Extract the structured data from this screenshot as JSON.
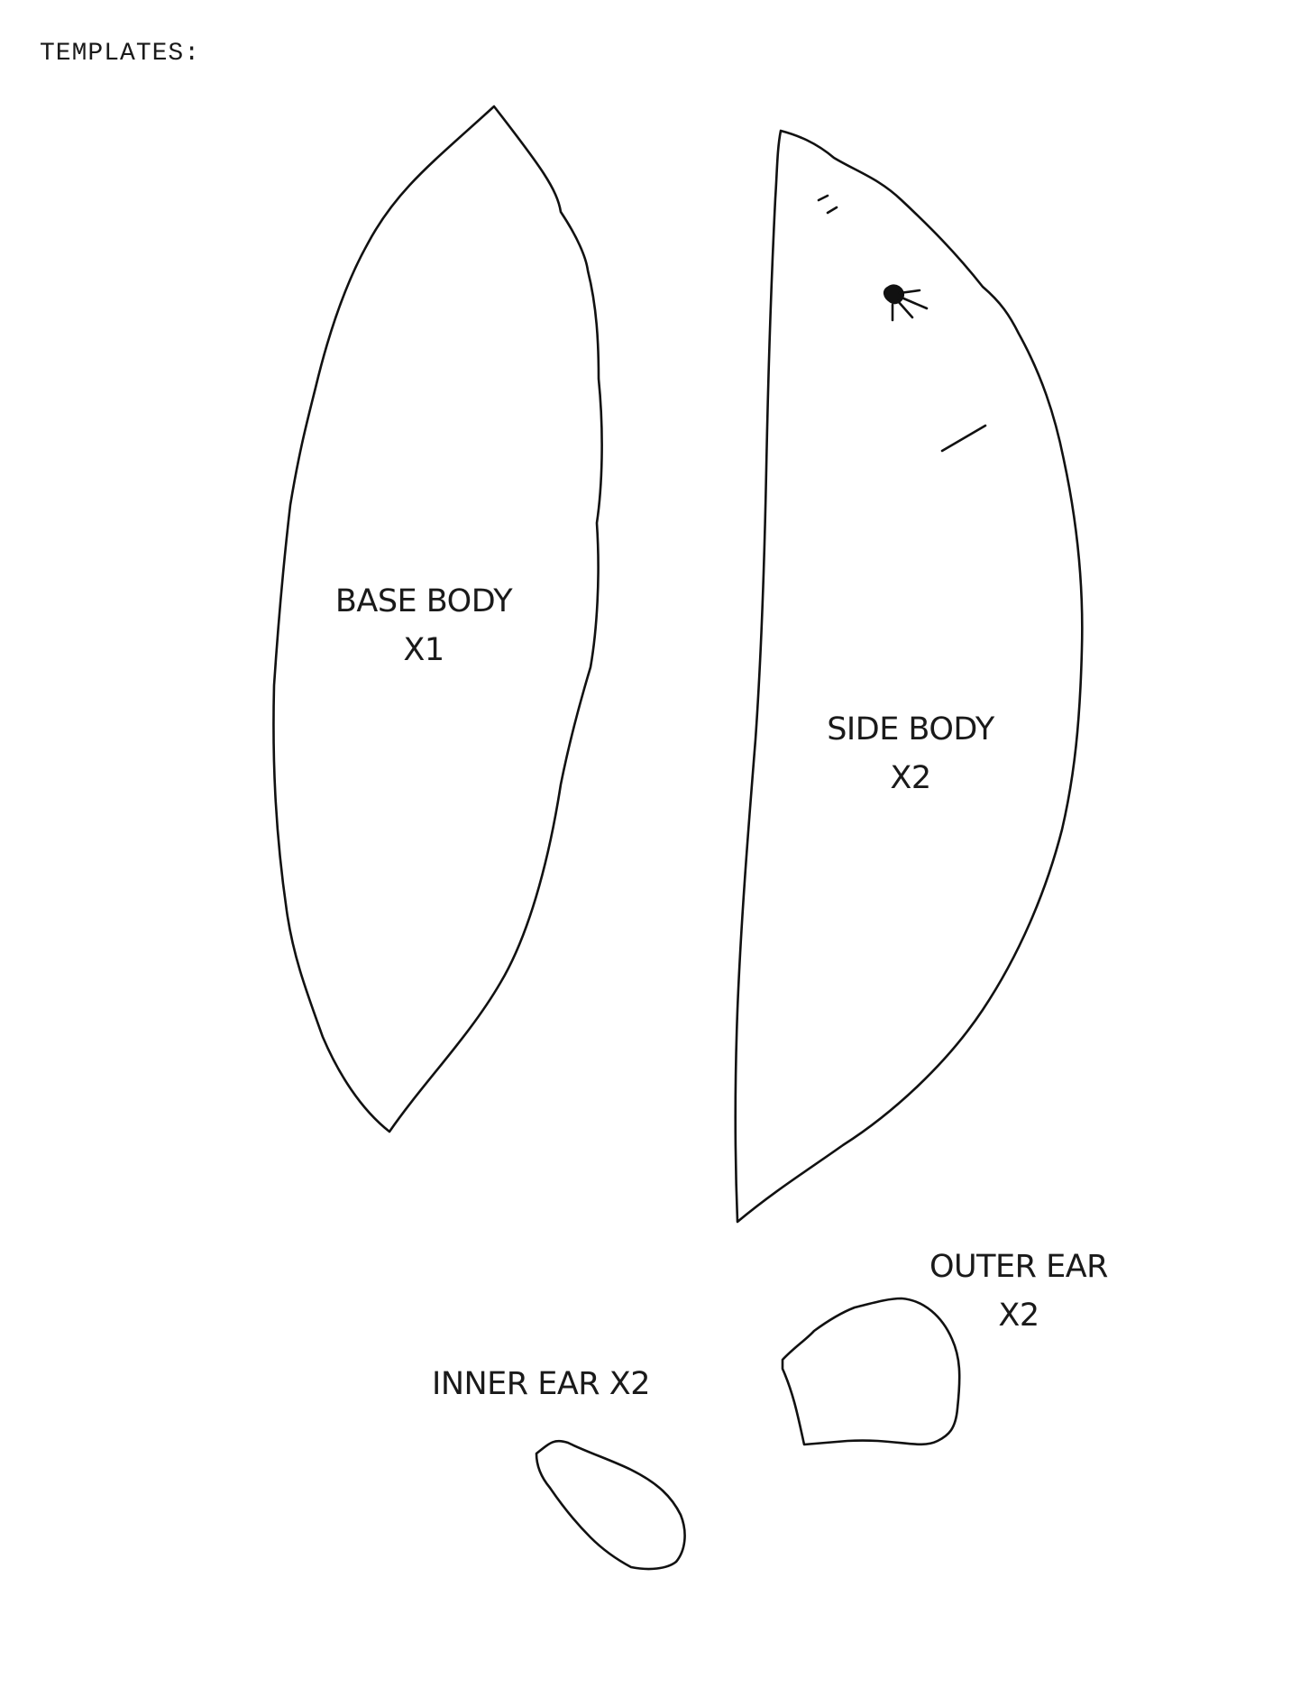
{
  "document": {
    "heading": "TEMPLATES:",
    "pieces": [
      {
        "id": "base-body",
        "name": "BASE BODY",
        "quantity": "X1"
      },
      {
        "id": "side-body",
        "name": "SIDE BODY",
        "quantity": "X2"
      },
      {
        "id": "outer-ear",
        "name": "OUTER EAR",
        "quantity": "X2"
      },
      {
        "id": "inner-ear",
        "name": "INNER EAR",
        "quantity": "X2",
        "label": "INNER EAR X2"
      }
    ],
    "side_body_markings": [
      "eye-mark",
      "nostril-marks",
      "mouth-line"
    ],
    "line_color": "#111111",
    "background_color": "#ffffff"
  }
}
